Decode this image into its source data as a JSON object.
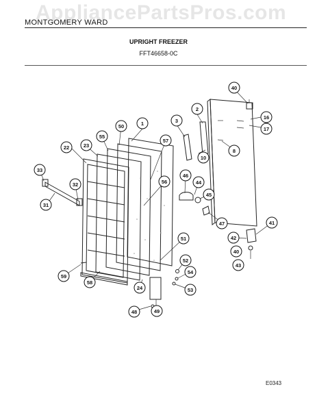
{
  "watermark": "AppliancePartsPros.com",
  "header": {
    "brand": "MONTGOMERY WARD",
    "title": "UPRIGHT FREEZER",
    "model": "FFT46658-0C"
  },
  "diagram_code": "E0343",
  "callouts": [
    {
      "label": "1",
      "name": "callout-1"
    },
    {
      "label": "2",
      "name": "callout-2"
    },
    {
      "label": "3",
      "name": "callout-3"
    },
    {
      "label": "8",
      "name": "callout-8"
    },
    {
      "label": "10",
      "name": "callout-10"
    },
    {
      "label": "16",
      "name": "callout-16"
    },
    {
      "label": "17",
      "name": "callout-17"
    },
    {
      "label": "22",
      "name": "callout-22"
    },
    {
      "label": "23",
      "name": "callout-23"
    },
    {
      "label": "24",
      "name": "callout-24"
    },
    {
      "label": "31",
      "name": "callout-31"
    },
    {
      "label": "32",
      "name": "callout-32"
    },
    {
      "label": "33",
      "name": "callout-33"
    },
    {
      "label": "40",
      "name": "callout-40-top"
    },
    {
      "label": "40",
      "name": "callout-40-bottom"
    },
    {
      "label": "41",
      "name": "callout-41"
    },
    {
      "label": "42",
      "name": "callout-42"
    },
    {
      "label": "43",
      "name": "callout-43"
    },
    {
      "label": "44",
      "name": "callout-44"
    },
    {
      "label": "45",
      "name": "callout-45"
    },
    {
      "label": "46",
      "name": "callout-46"
    },
    {
      "label": "47",
      "name": "callout-47"
    },
    {
      "label": "48",
      "name": "callout-48"
    },
    {
      "label": "49",
      "name": "callout-49"
    },
    {
      "label": "50",
      "name": "callout-50"
    },
    {
      "label": "51",
      "name": "callout-51"
    },
    {
      "label": "52",
      "name": "callout-52"
    },
    {
      "label": "53",
      "name": "callout-53"
    },
    {
      "label": "54",
      "name": "callout-54"
    },
    {
      "label": "55",
      "name": "callout-55"
    },
    {
      "label": "56",
      "name": "callout-56"
    },
    {
      "label": "57",
      "name": "callout-57"
    },
    {
      "label": "58",
      "name": "callout-58"
    },
    {
      "label": "59",
      "name": "callout-59"
    }
  ]
}
